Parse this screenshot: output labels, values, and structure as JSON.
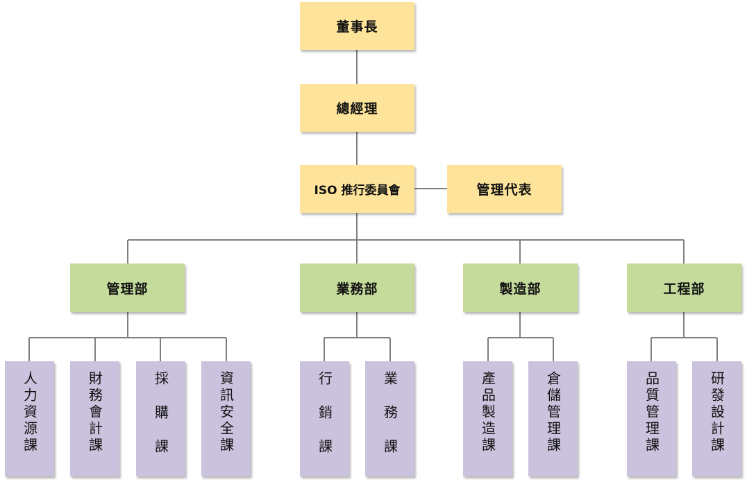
{
  "chart": {
    "chairman": "董事長",
    "general_manager": "總經理",
    "iso_committee": "ISO 推行委員會",
    "management_rep": "管理代表",
    "departments": [
      {
        "name": "管理部",
        "sections": [
          "人力資源課",
          "財務會計課",
          "採購課",
          "資訊安全課"
        ]
      },
      {
        "name": "業務部",
        "sections": [
          "行銷課",
          "業務課"
        ]
      },
      {
        "name": "製造部",
        "sections": [
          "產品製造課",
          "倉儲管理課"
        ]
      },
      {
        "name": "工程部",
        "sections": [
          "品質管理課",
          "研發設計課"
        ]
      }
    ]
  },
  "colors": {
    "executive": "#fde49a",
    "department": "#c5db9c",
    "section": "#cbc2dd",
    "connector": "#7f7f7f"
  }
}
